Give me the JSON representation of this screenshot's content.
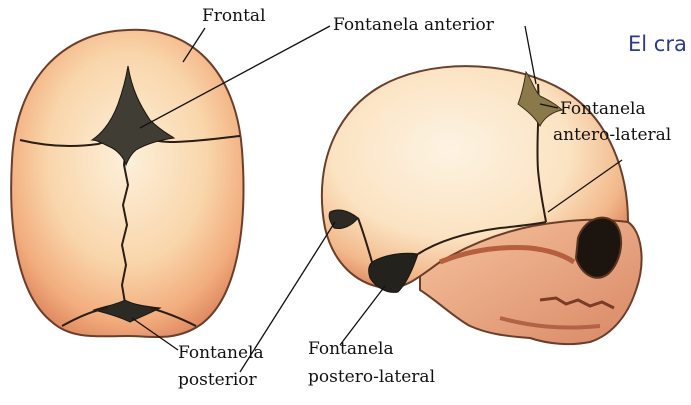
{
  "heading": "El cra",
  "labels": {
    "frontal": "Frontal",
    "fontanela_anterior": "Fontanela anterior",
    "antero_lateral_1": "Fontanela",
    "antero_lateral_2": "antero-lateral",
    "posterior_1": "Fontanela",
    "posterior_2": "posterior",
    "postero_lateral_1": "Fontanela",
    "postero_lateral_2": "postero-lateral"
  },
  "colors": {
    "bone_light": "#fbe6c7",
    "bone_mid": "#f5b886",
    "bone_shadow": "#d9775a",
    "fontanelle": "#3c3a33",
    "suture": "#2a1d14",
    "heading": "#2f3a8f"
  }
}
